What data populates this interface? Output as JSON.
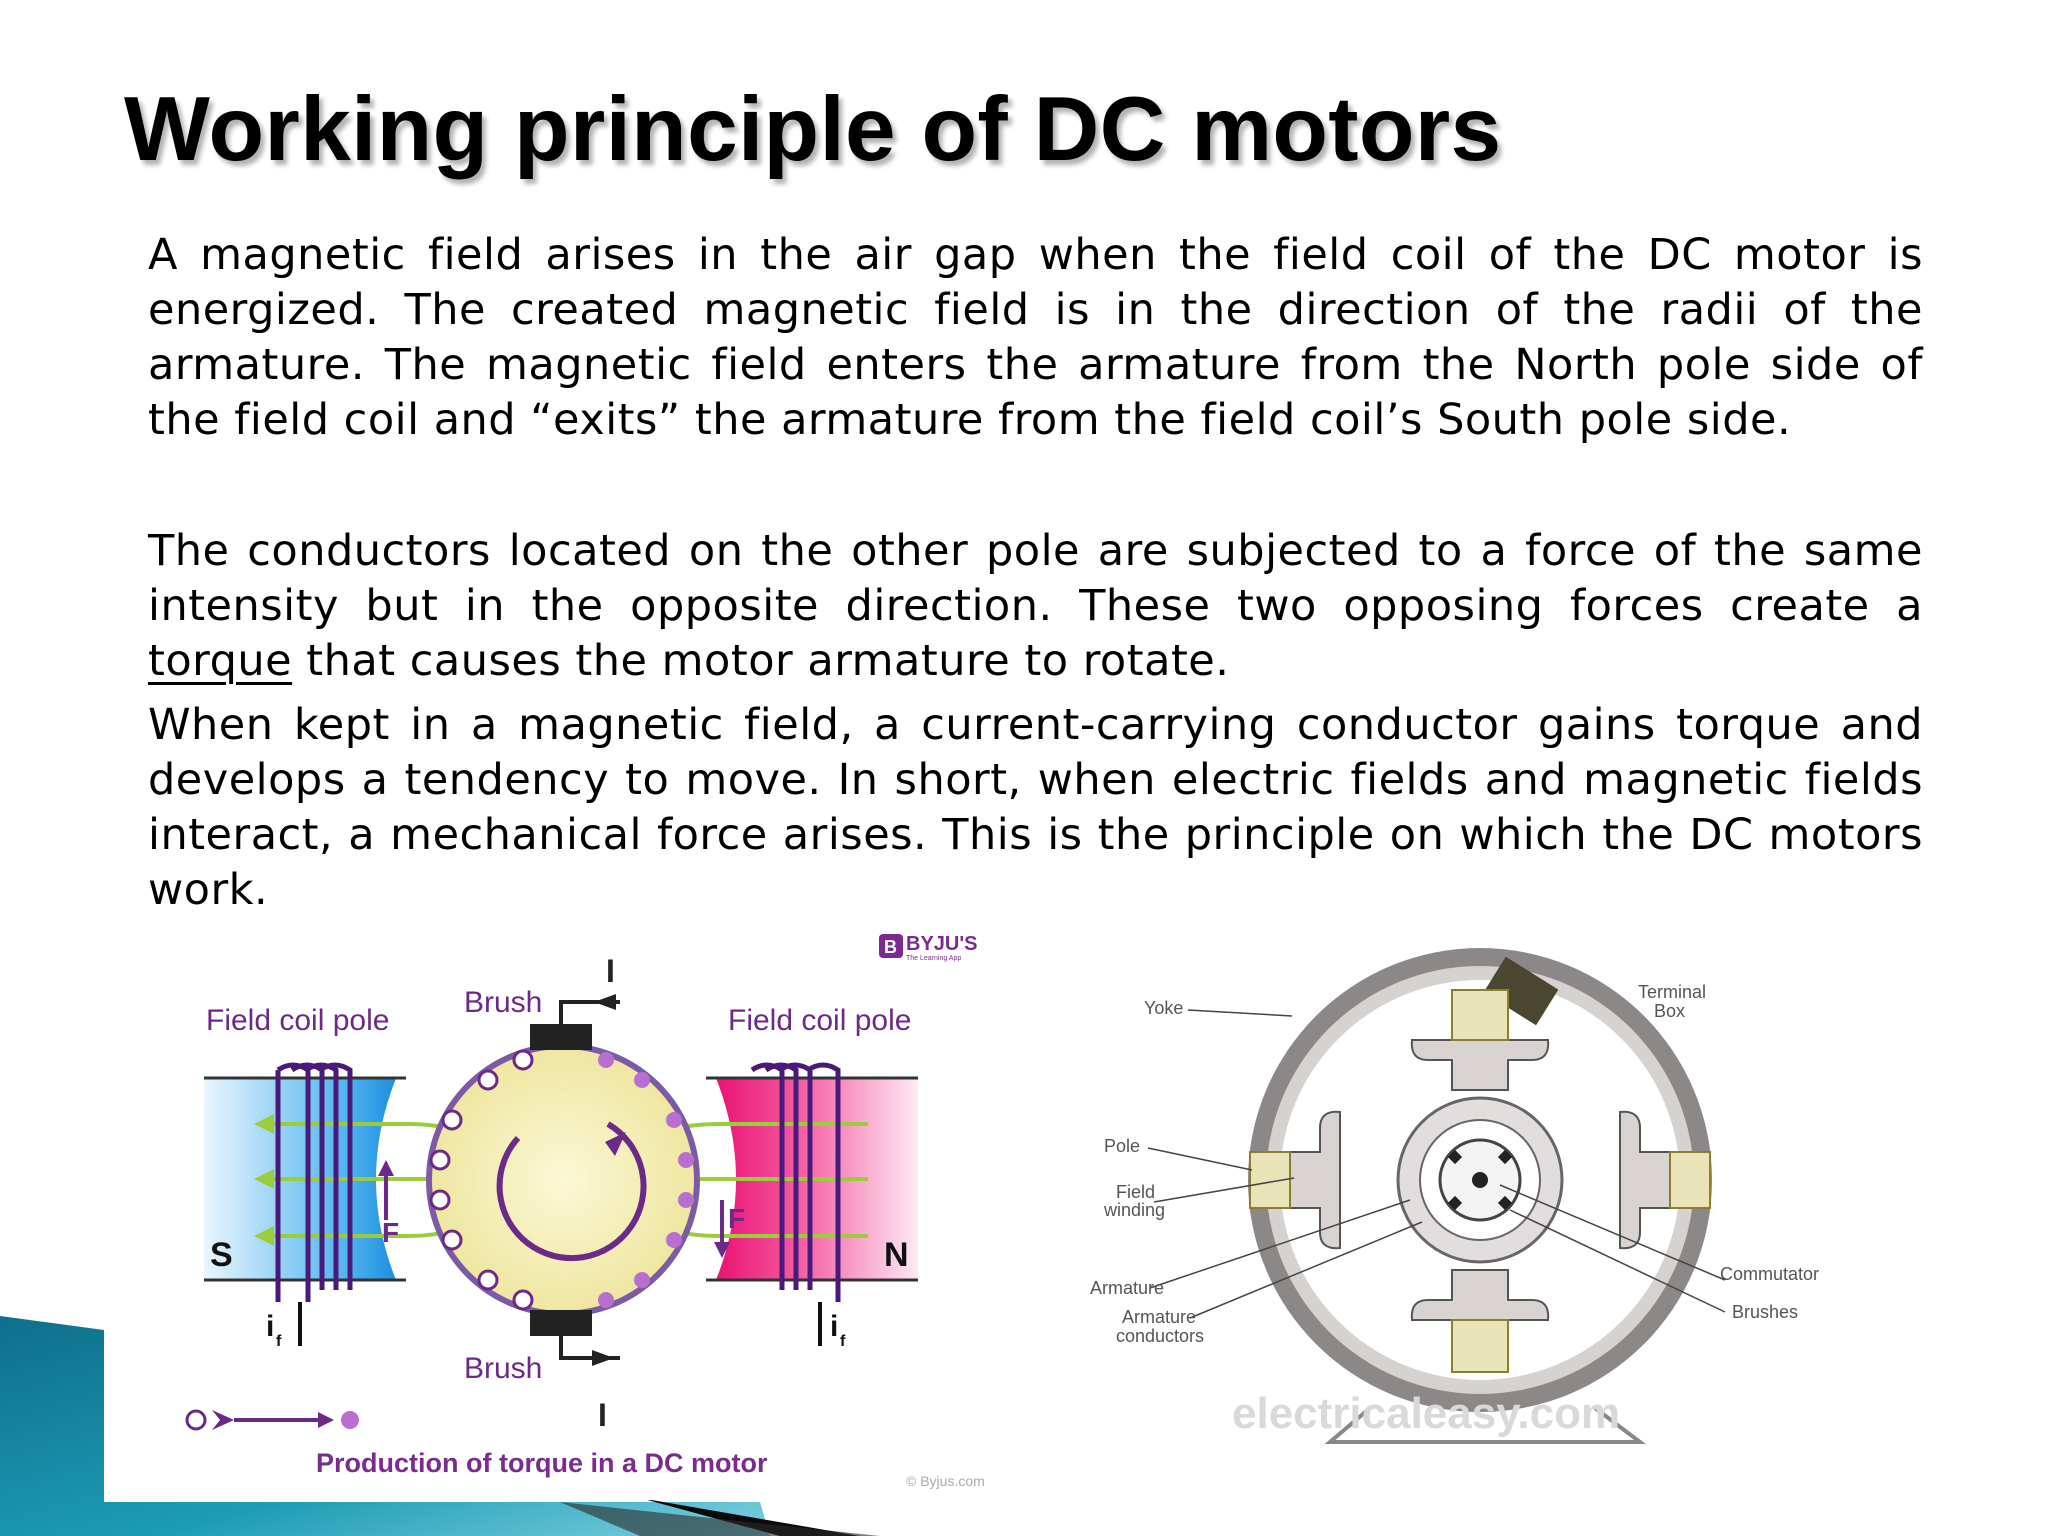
{
  "slide": {
    "title": "Working principle of DC motors",
    "paragraphs": {
      "p1": "A magnetic field arises in the air gap when the field coil of the DC motor is energized. The created magnetic field is in the direction of the radii of the armature. The magnetic field enters the armature from the North pole side of the field coil and “exits” the armature from the field coil’s South pole side.",
      "p2_before": "The conductors located on the other pole are subjected to a force of the same intensity but in the opposite direction. These two opposing forces create a ",
      "p2_link": "torque",
      "p2_after": " that causes the motor armature to rotate.",
      "p3": "When kept in a magnetic field, a current-carrying conductor gains torque and develops a tendency to move. In short, when electric fields and magnetic fields interact, a mechanical force arises. This is the principle on which the DC motors work."
    }
  },
  "figure_left": {
    "logo_text": "BYJU'S",
    "logo_tagline": "The Learning App",
    "pole_label_left": "Field coil pole",
    "pole_label_right": "Field coil pole",
    "brush_top": "Brush",
    "brush_bottom": "Brush",
    "current_top": "I",
    "current_bottom": "I",
    "south": "S",
    "north": "N",
    "force_left": "F",
    "force_right": "F",
    "field_current_left": "i",
    "field_current_right": "i",
    "field_current_sub": "f",
    "caption": "Production of torque in a DC motor",
    "credit": "© Byjus.com",
    "colors": {
      "south_pole": "#1e9be6",
      "north_pole": "#f0167a",
      "coil": "#4a1a7a",
      "field_lines": "#9ccc3c",
      "armature": "#f4efb0"
    }
  },
  "figure_right": {
    "yoke": "Yoke",
    "terminal_box_1": "Terminal",
    "terminal_box_2": "Box",
    "pole": "Pole",
    "field_winding_1": "Field",
    "field_winding_2": "winding",
    "armature": "Armature",
    "armature_conductors_1": "Armature",
    "armature_conductors_2": "conductors",
    "commutator": "Commutator",
    "brushes": "Brushes",
    "watermark": "electricaleasy.com"
  }
}
